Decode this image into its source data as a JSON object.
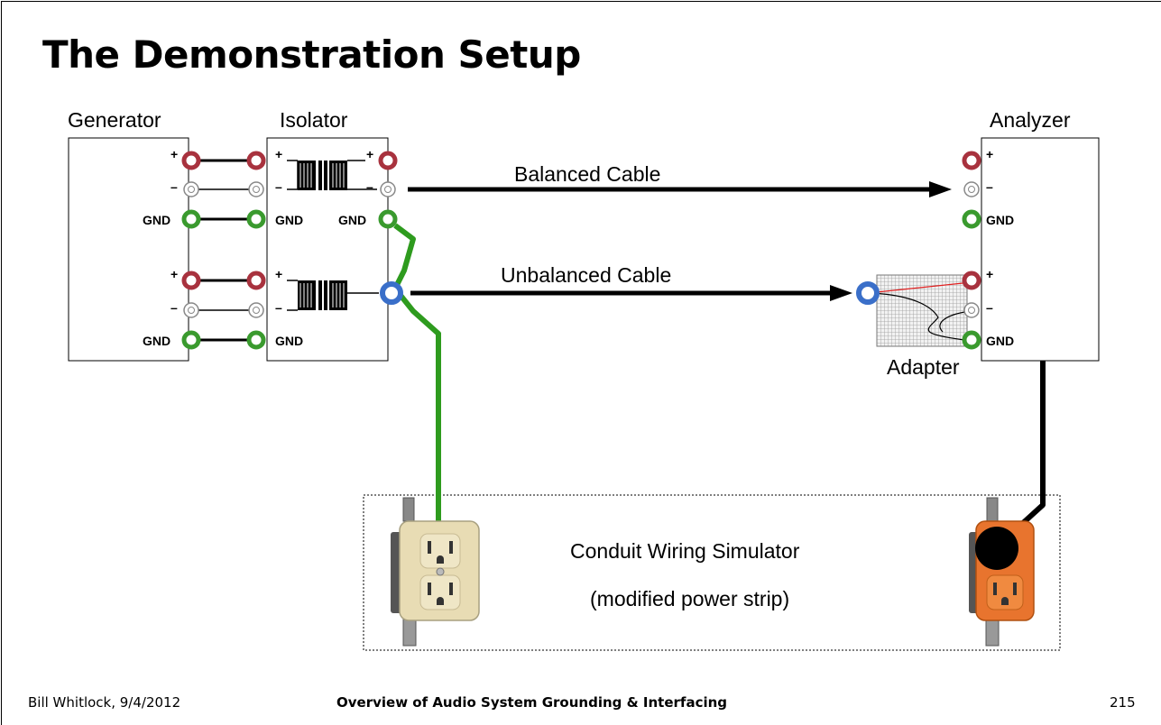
{
  "slide": {
    "title": "The Demonstration Setup",
    "footer": {
      "author_date": "Bill Whitlock, 9/4/2012",
      "topic": "Overview of Audio System Grounding & Interfacing",
      "page_number": "215"
    }
  },
  "diagram": {
    "boxes": {
      "generator": "Generator",
      "isolator": "Isolator",
      "analyzer": "Analyzer",
      "adapter": "Adapter"
    },
    "terminals": {
      "plus": "+",
      "minus": "–",
      "gnd": "GND"
    },
    "cables": {
      "balanced": "Balanced Cable",
      "unbalanced": "Unbalanced Cable"
    },
    "simulator": {
      "line1": "Conduit Wiring Simulator",
      "line2": "(modified power strip)"
    },
    "colors": {
      "plus_terminal": "#a8323e",
      "minus_terminal": "#ffffff",
      "gnd_terminal": "#3a9a2e",
      "unbalanced_terminal": "#3a6fc9",
      "ground_wire": "#2e9b1e",
      "cable": "#000000",
      "outlet_ivory": "#e8dcb4",
      "outlet_orange": "#e8742e"
    }
  }
}
